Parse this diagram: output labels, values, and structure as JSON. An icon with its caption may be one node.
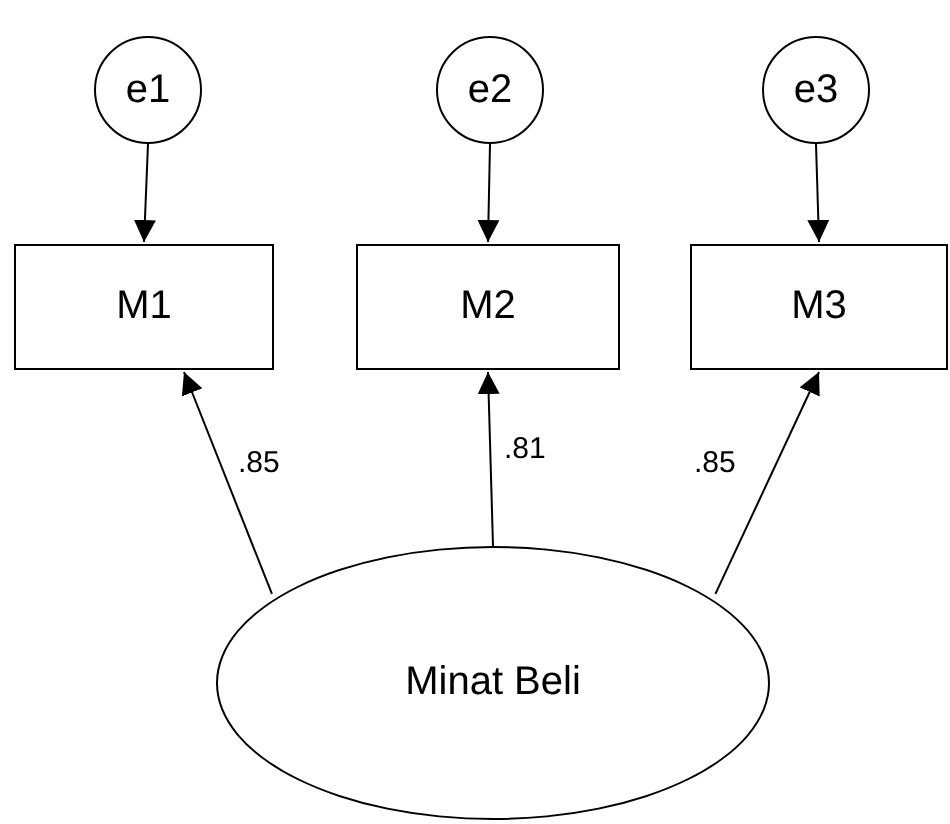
{
  "diagram": {
    "nodes": [
      {
        "text": [
          "e1"
        ]
      },
      {
        "text": [
          "e2"
        ]
      },
      {
        "text": [
          "e3"
        ]
      },
      {
        "text": [
          "M1"
        ]
      },
      {
        "text": [
          "M2"
        ]
      },
      {
        "text": [
          "M3"
        ]
      },
      {
        "text": [
          "Minat Beli"
        ]
      }
    ],
    "edges": [
      {
        "from": 0,
        "to": 3,
        "arrow": "to"
      },
      {
        "from": 1,
        "to": 4,
        "arrow": "to"
      },
      {
        "from": 2,
        "to": 5,
        "arrow": "to"
      },
      {
        "from": 6,
        "to": 3,
        "arrow": "to",
        "label": ".85"
      },
      {
        "from": 6,
        "to": 4,
        "arrow": "to",
        "label": ".81"
      },
      {
        "from": 6,
        "to": 5,
        "arrow": "to",
        "label": ".85"
      }
    ]
  }
}
